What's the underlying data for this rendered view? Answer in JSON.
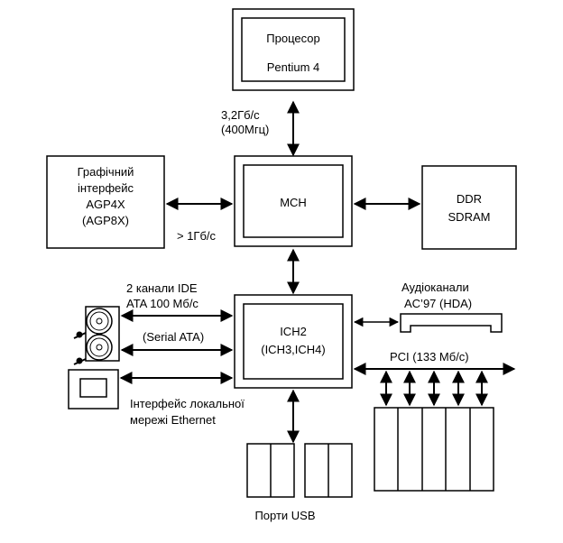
{
  "blocks": {
    "cpu": {
      "line1": "Процесор",
      "line2": "Pentium 4"
    },
    "agp": {
      "line1": "Графічний",
      "line2": "інтерфейс",
      "line3": "AGP4X",
      "line4": "(AGP8X)"
    },
    "mch": {
      "label": "MCH"
    },
    "ddr": {
      "line1": "DDR",
      "line2": "SDRAM"
    },
    "ich": {
      "line1": "ICH2",
      "line2": "(ICH3,ICH4)"
    }
  },
  "labels": {
    "cpu_bus_speed": "3,2Гб/с",
    "cpu_bus_freq": "(400Мгц)",
    "agp_speed": "> 1Гб/с",
    "ide_line1": "2 канали IDE",
    "ide_line2": "ATA 100 Мб/с",
    "sata": "(Serial ATA)",
    "audio_line1": "Аудіоканали",
    "audio_line2": "AC’97 (HDA)",
    "pci": "PCI (133 Мб/с)",
    "ethernet_line1": "Інтерфейс локальної",
    "ethernet_line2": "мережі Ethernet",
    "usb": "Порти USB"
  },
  "colors": {
    "stroke": "#000000",
    "background": "#ffffff"
  }
}
